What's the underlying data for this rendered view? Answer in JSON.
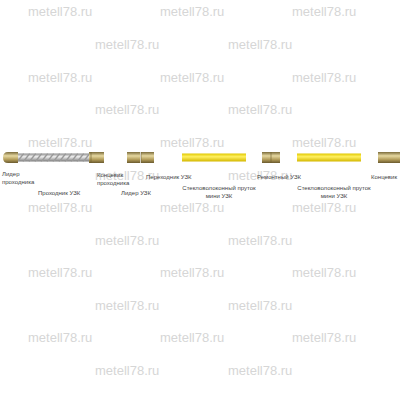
{
  "diagram": {
    "labels": [
      "Лидер проходника",
      "Проходник УЗК",
      "Концевик проходника",
      "Лидер УЗК",
      "Переходник УЗК",
      "Стекловолоконный пруток мини УЗК",
      "Ремонтный УЗК",
      "Стекловолоконный пруток мини УЗК",
      "Концевик",
      "metell78.ru",
      "metell78.ru",
      "metell78.ru",
      "metell78.ru",
      "metell78.ru",
      "metell78.ru",
      "metell78.ru",
      "metell78.ru",
      "metell78.ru",
      "metell78.ru",
      "metell78.ru",
      "metell78.ru",
      "metell78.ru",
      "metell78.ru",
      "metell78.ru",
      "metell78.ru",
      "metell78.ru",
      "metell78.ru",
      "metell78.ru",
      "metell78.ru",
      "metell78.ru",
      "metell78.ru",
      "metell78.ru",
      "metell78.ru",
      "metell78.ru",
      "metell78.ru",
      "metell78.ru",
      "metell78.ru",
      "metell78.ru",
      "metell78.ru"
    ]
  }
}
